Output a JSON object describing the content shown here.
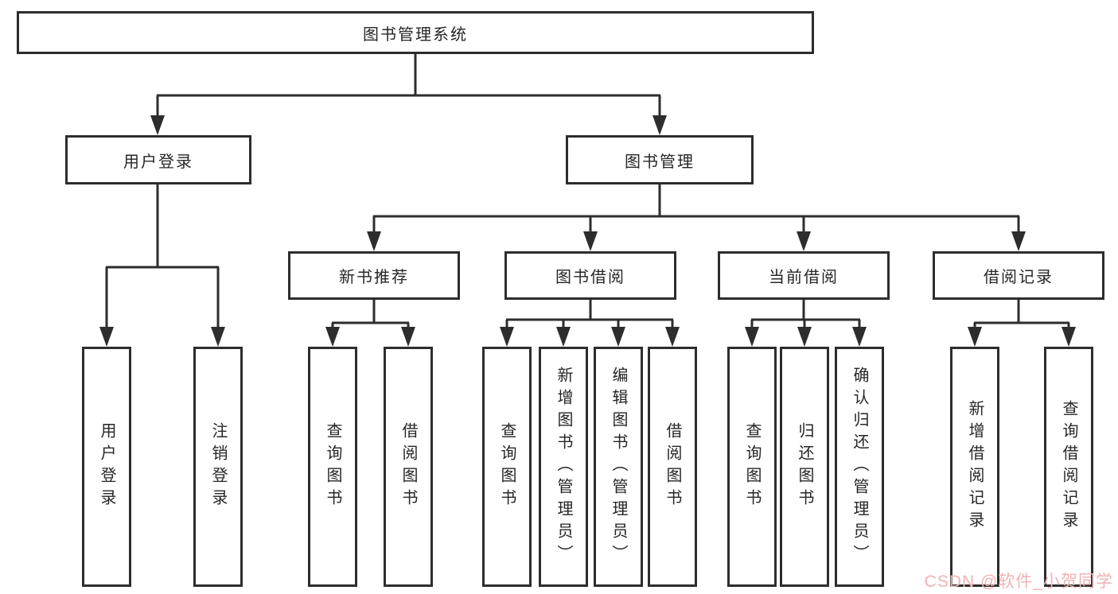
{
  "diagram": {
    "title": "图书管理系统",
    "nodes": {
      "root": {
        "label": "图书管理系统"
      },
      "user_login": {
        "label": "用户登录"
      },
      "book_mgmt": {
        "label": "图书管理"
      },
      "new_book_rec": {
        "label": "新书推荐"
      },
      "book_borrow": {
        "label": "图书借阅"
      },
      "current_borrow": {
        "label": "当前借阅"
      },
      "borrow_record": {
        "label": "借阅记录"
      },
      "ul_user_login": {
        "label": "用户登录"
      },
      "ul_logout": {
        "label": "注销登录"
      },
      "nbr_query_book": {
        "label": "查询图书"
      },
      "nbr_borrow_book": {
        "label": "借阅图书"
      },
      "bb_query_book": {
        "label": "查询图书"
      },
      "bb_add_book_admin": {
        "label": "新增图书（管理员）"
      },
      "bb_edit_book_admin": {
        "label": "编辑图书（管理员）"
      },
      "bb_borrow_book": {
        "label": "借阅图书"
      },
      "cb_query_book": {
        "label": "查询图书"
      },
      "cb_return_book": {
        "label": "归还图书"
      },
      "cb_confirm_admin": {
        "label": "确认归还（管理员）"
      },
      "br_add_record": {
        "label": "新增借阅记录"
      },
      "br_query_record": {
        "label": "查询借阅记录"
      }
    },
    "hierarchy": {
      "root": [
        "user_login",
        "book_mgmt"
      ],
      "user_login": [
        "ul_user_login",
        "ul_logout"
      ],
      "book_mgmt": [
        "new_book_rec",
        "book_borrow",
        "current_borrow",
        "borrow_record"
      ],
      "new_book_rec": [
        "nbr_query_book",
        "nbr_borrow_book"
      ],
      "book_borrow": [
        "bb_query_book",
        "bb_add_book_admin",
        "bb_edit_book_admin",
        "bb_borrow_book"
      ],
      "current_borrow": [
        "cb_query_book",
        "cb_return_book",
        "cb_confirm_admin"
      ],
      "borrow_record": [
        "br_add_record",
        "br_query_record"
      ]
    },
    "colors": {
      "line": "#2d2d2d",
      "box_border": "#2d2d2d",
      "box_fill": "#ffffff",
      "text": "#262626",
      "background": "#ffffff",
      "watermark": "#f0b3b3"
    },
    "watermark": {
      "text": "CSDN @软件_小贺同学"
    }
  }
}
